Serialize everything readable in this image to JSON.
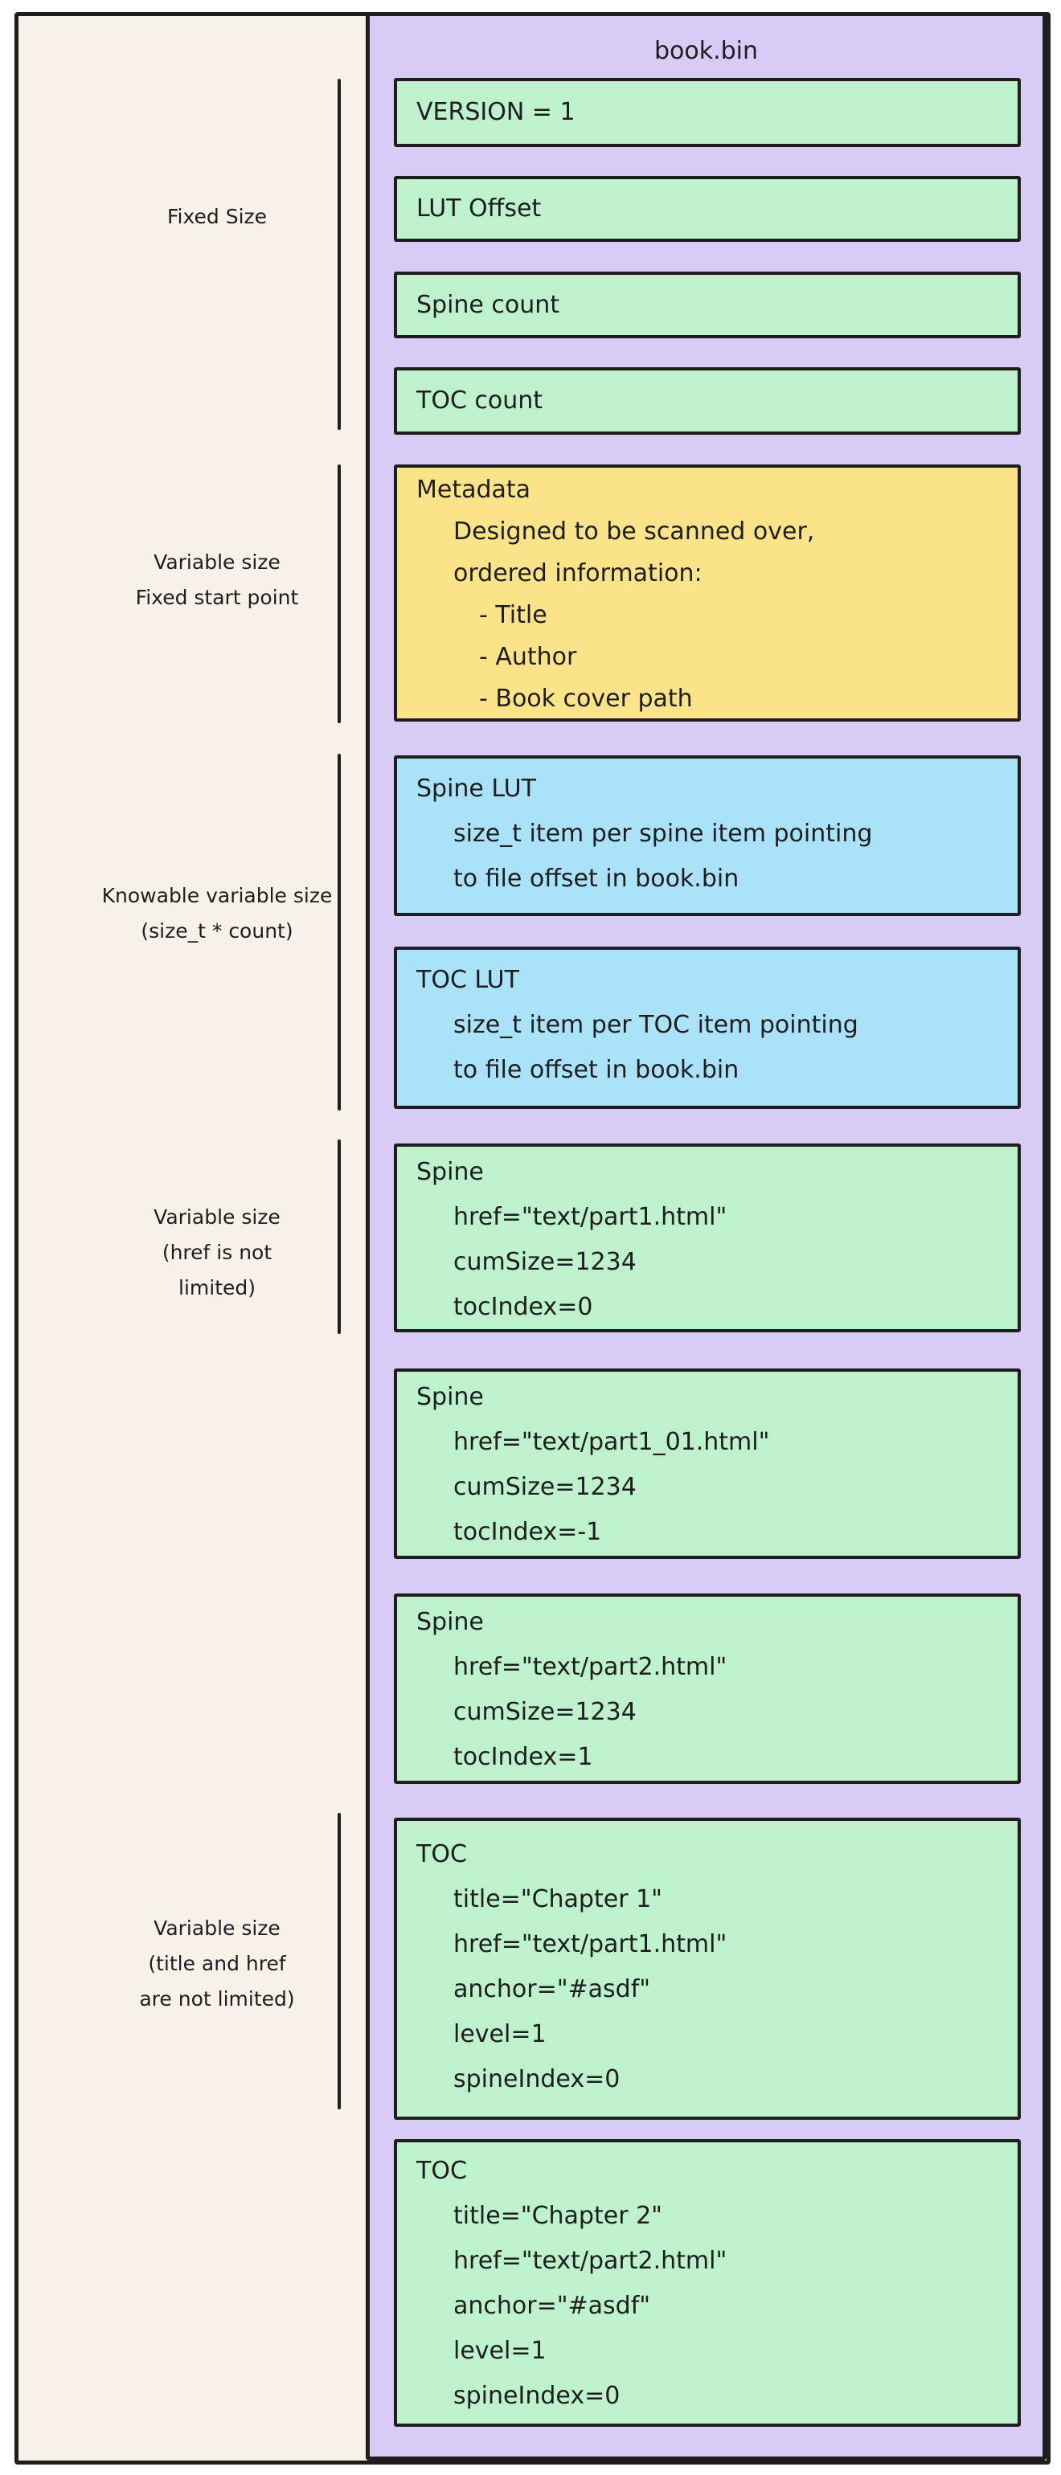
{
  "colors": {
    "frame-bg": "#F8F1EA",
    "container-bg": "#D8CCF7",
    "green": "#BDF2CC",
    "yellow": "#FBE38A",
    "blue": "#A9E2F9",
    "stroke": "#1E1E1E"
  },
  "container": {
    "title": "book.bin"
  },
  "side_labels": [
    {
      "lines": [
        "Fixed Size"
      ]
    },
    {
      "lines": [
        "Variable size",
        "Fixed start point"
      ]
    },
    {
      "lines": [
        "Knowable variable size",
        "(size_t * count)"
      ]
    },
    {
      "lines": [
        "Variable size",
        "(href is not",
        "limited)"
      ]
    },
    {
      "lines": [
        "Variable size",
        "(title and href",
        "are not limited)"
      ]
    }
  ],
  "boxes": [
    {
      "name": "version",
      "color": "green",
      "lines": [
        "VERSION = 1"
      ]
    },
    {
      "name": "lut-offset",
      "color": "green",
      "lines": [
        "LUT Offset"
      ]
    },
    {
      "name": "spine-count",
      "color": "green",
      "lines": [
        "Spine count"
      ]
    },
    {
      "name": "toc-count",
      "color": "green",
      "lines": [
        "TOC count"
      ]
    },
    {
      "name": "metadata",
      "color": "yellow",
      "lines": [
        "Metadata",
        "Designed to be scanned over,",
        "ordered information:",
        "- Title",
        "- Author",
        "- Book cover path"
      ]
    },
    {
      "name": "spine-lut",
      "color": "blue",
      "lines": [
        "Spine LUT",
        "size_t item per spine item pointing",
        "to file offset in book.bin"
      ]
    },
    {
      "name": "toc-lut",
      "color": "blue",
      "lines": [
        "TOC LUT",
        "size_t item per TOC item pointing",
        "to file offset in book.bin"
      ]
    },
    {
      "name": "spine-1",
      "color": "green",
      "lines": [
        "Spine",
        "href=\"text/part1.html\"",
        "cumSize=1234",
        "tocIndex=0"
      ]
    },
    {
      "name": "spine-2",
      "color": "green",
      "lines": [
        "Spine",
        "href=\"text/part1_01.html\"",
        "cumSize=1234",
        "tocIndex=-1"
      ]
    },
    {
      "name": "spine-3",
      "color": "green",
      "lines": [
        "Spine",
        "href=\"text/part2.html\"",
        "cumSize=1234",
        "tocIndex=1"
      ]
    },
    {
      "name": "toc-1",
      "color": "green",
      "lines": [
        "TOC",
        "title=\"Chapter 1\"",
        "href=\"text/part1.html\"",
        "anchor=\"#asdf\"",
        "level=1",
        "spineIndex=0"
      ]
    },
    {
      "name": "toc-2",
      "color": "green",
      "lines": [
        "TOC",
        "title=\"Chapter 2\"",
        "href=\"text/part2.html\"",
        "anchor=\"#asdf\"",
        "level=1",
        "spineIndex=0"
      ]
    }
  ]
}
